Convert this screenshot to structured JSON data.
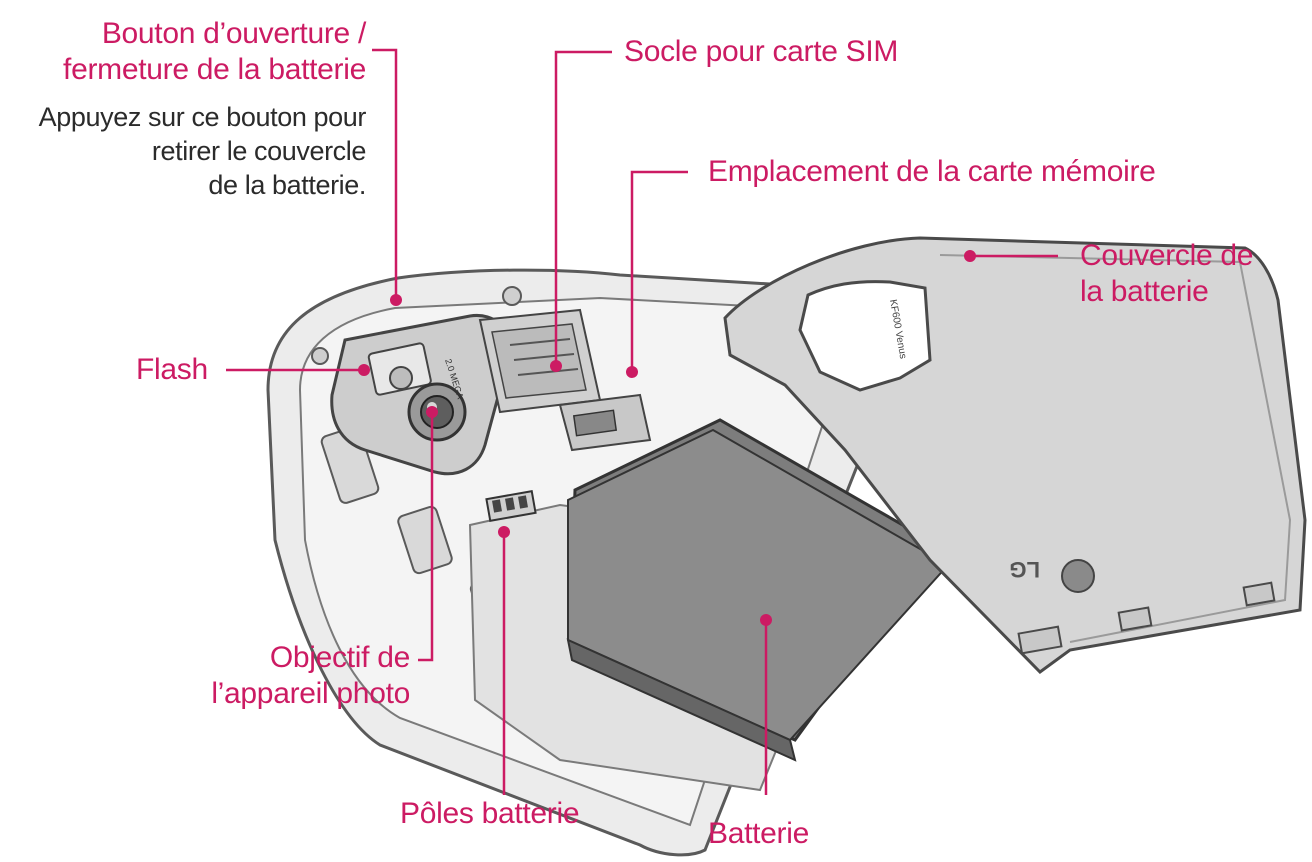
{
  "colors": {
    "accent": "#cc1b63",
    "device_body": "#e6e6e6",
    "outline": "#5a5a5a",
    "battery": "#8a8a8a",
    "cover": "#d6d6d6"
  },
  "labels": {
    "battery_button": {
      "line1": "Bouton d’ouverture /",
      "line2": "fermeture de la batterie"
    },
    "battery_button_desc": {
      "line1": "Appuyez sur ce bouton pour",
      "line2": "retirer le couvercle",
      "line3": "de la batterie."
    },
    "sim_slot": "Socle pour carte SIM",
    "memory_card_slot": "Emplacement de la carte mémoire",
    "battery_cover": {
      "line1": "Couvercle de",
      "line2": "la batterie"
    },
    "flash": "Flash",
    "camera_lens": {
      "line1": "Objectif de",
      "line2": "l’appareil photo"
    },
    "battery_poles": "Pôles batterie",
    "battery": "Batterie"
  },
  "cover_logo_text": "LG",
  "cover_engraving_text": "KF600 Venus",
  "camera_engraving_text": "2.0 MEGA"
}
